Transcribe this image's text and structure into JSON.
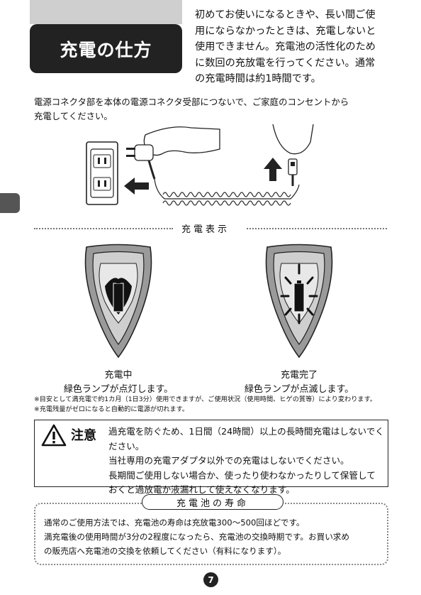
{
  "header": {
    "title": "充電の仕方",
    "intro": [
      "初めてお使いになるときや、長い間ご使",
      "用にならなかったときは、充電しないと",
      "使用できません。充電池の活性化のため",
      "に数回の充放電を行ってください。通常",
      "の充電時間は約1時間です。"
    ]
  },
  "lead": [
    "電源コネクタ部を本体の電源コネクタ受部につないで、ご家庭のコンセントから",
    "充電してください。"
  ],
  "indicator": {
    "section_title": "充電表示",
    "charging": {
      "title": "充電中",
      "desc": "緑色ランプが点灯します。"
    },
    "complete": {
      "title": "充電完了",
      "desc": "緑色ランプが点滅します。"
    }
  },
  "notes": [
    "※目安として満充電で約1カ月（1日3分）使用できますが、ご使用状況（使用時間、ヒゲの質等）により変わります。",
    "※充電残量がゼロになると自動的に電源が切れます。"
  ],
  "caution": {
    "label": "注意",
    "lines": [
      "過充電を防ぐため、1日間（24時間）以上の長時間充電はしないでください。",
      "当社専用の充電アダプタ以外での充電はしないでください。",
      "長期間ご使用しない場合か、使ったり使わなかったりして保管して",
      "おくと過放電か液漏れして使えなくなります。"
    ]
  },
  "battery_life": {
    "title": "充電池の寿命",
    "lines": [
      "通常のご使用方法では、充電池の寿命は充放電300～500回ほどです。",
      "満充電後の使用時間が3分の2程度になったら、充電池の交換時期です。お買い求め",
      "の販売店へ充電池の交換を依頼してください（有料になります）。"
    ]
  },
  "page_number": "7",
  "icons": [
    "warning-triangle-icon",
    "arrow-left-icon",
    "arrow-up-icon"
  ]
}
